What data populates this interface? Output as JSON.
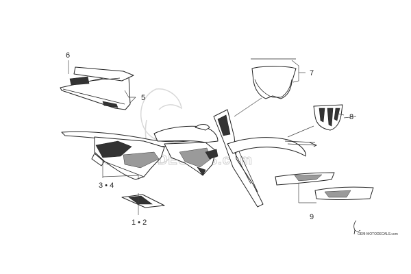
{
  "diagram": {
    "callouts": {
      "c6": "6",
      "c5": "5",
      "c7": "7",
      "c8": "8",
      "c34": "3 • 4",
      "c12": "1 • 2",
      "c9": "9"
    },
    "watermark": "SMOTODECALS.com",
    "logo_text": "OEM-MOTODECALS.com"
  }
}
